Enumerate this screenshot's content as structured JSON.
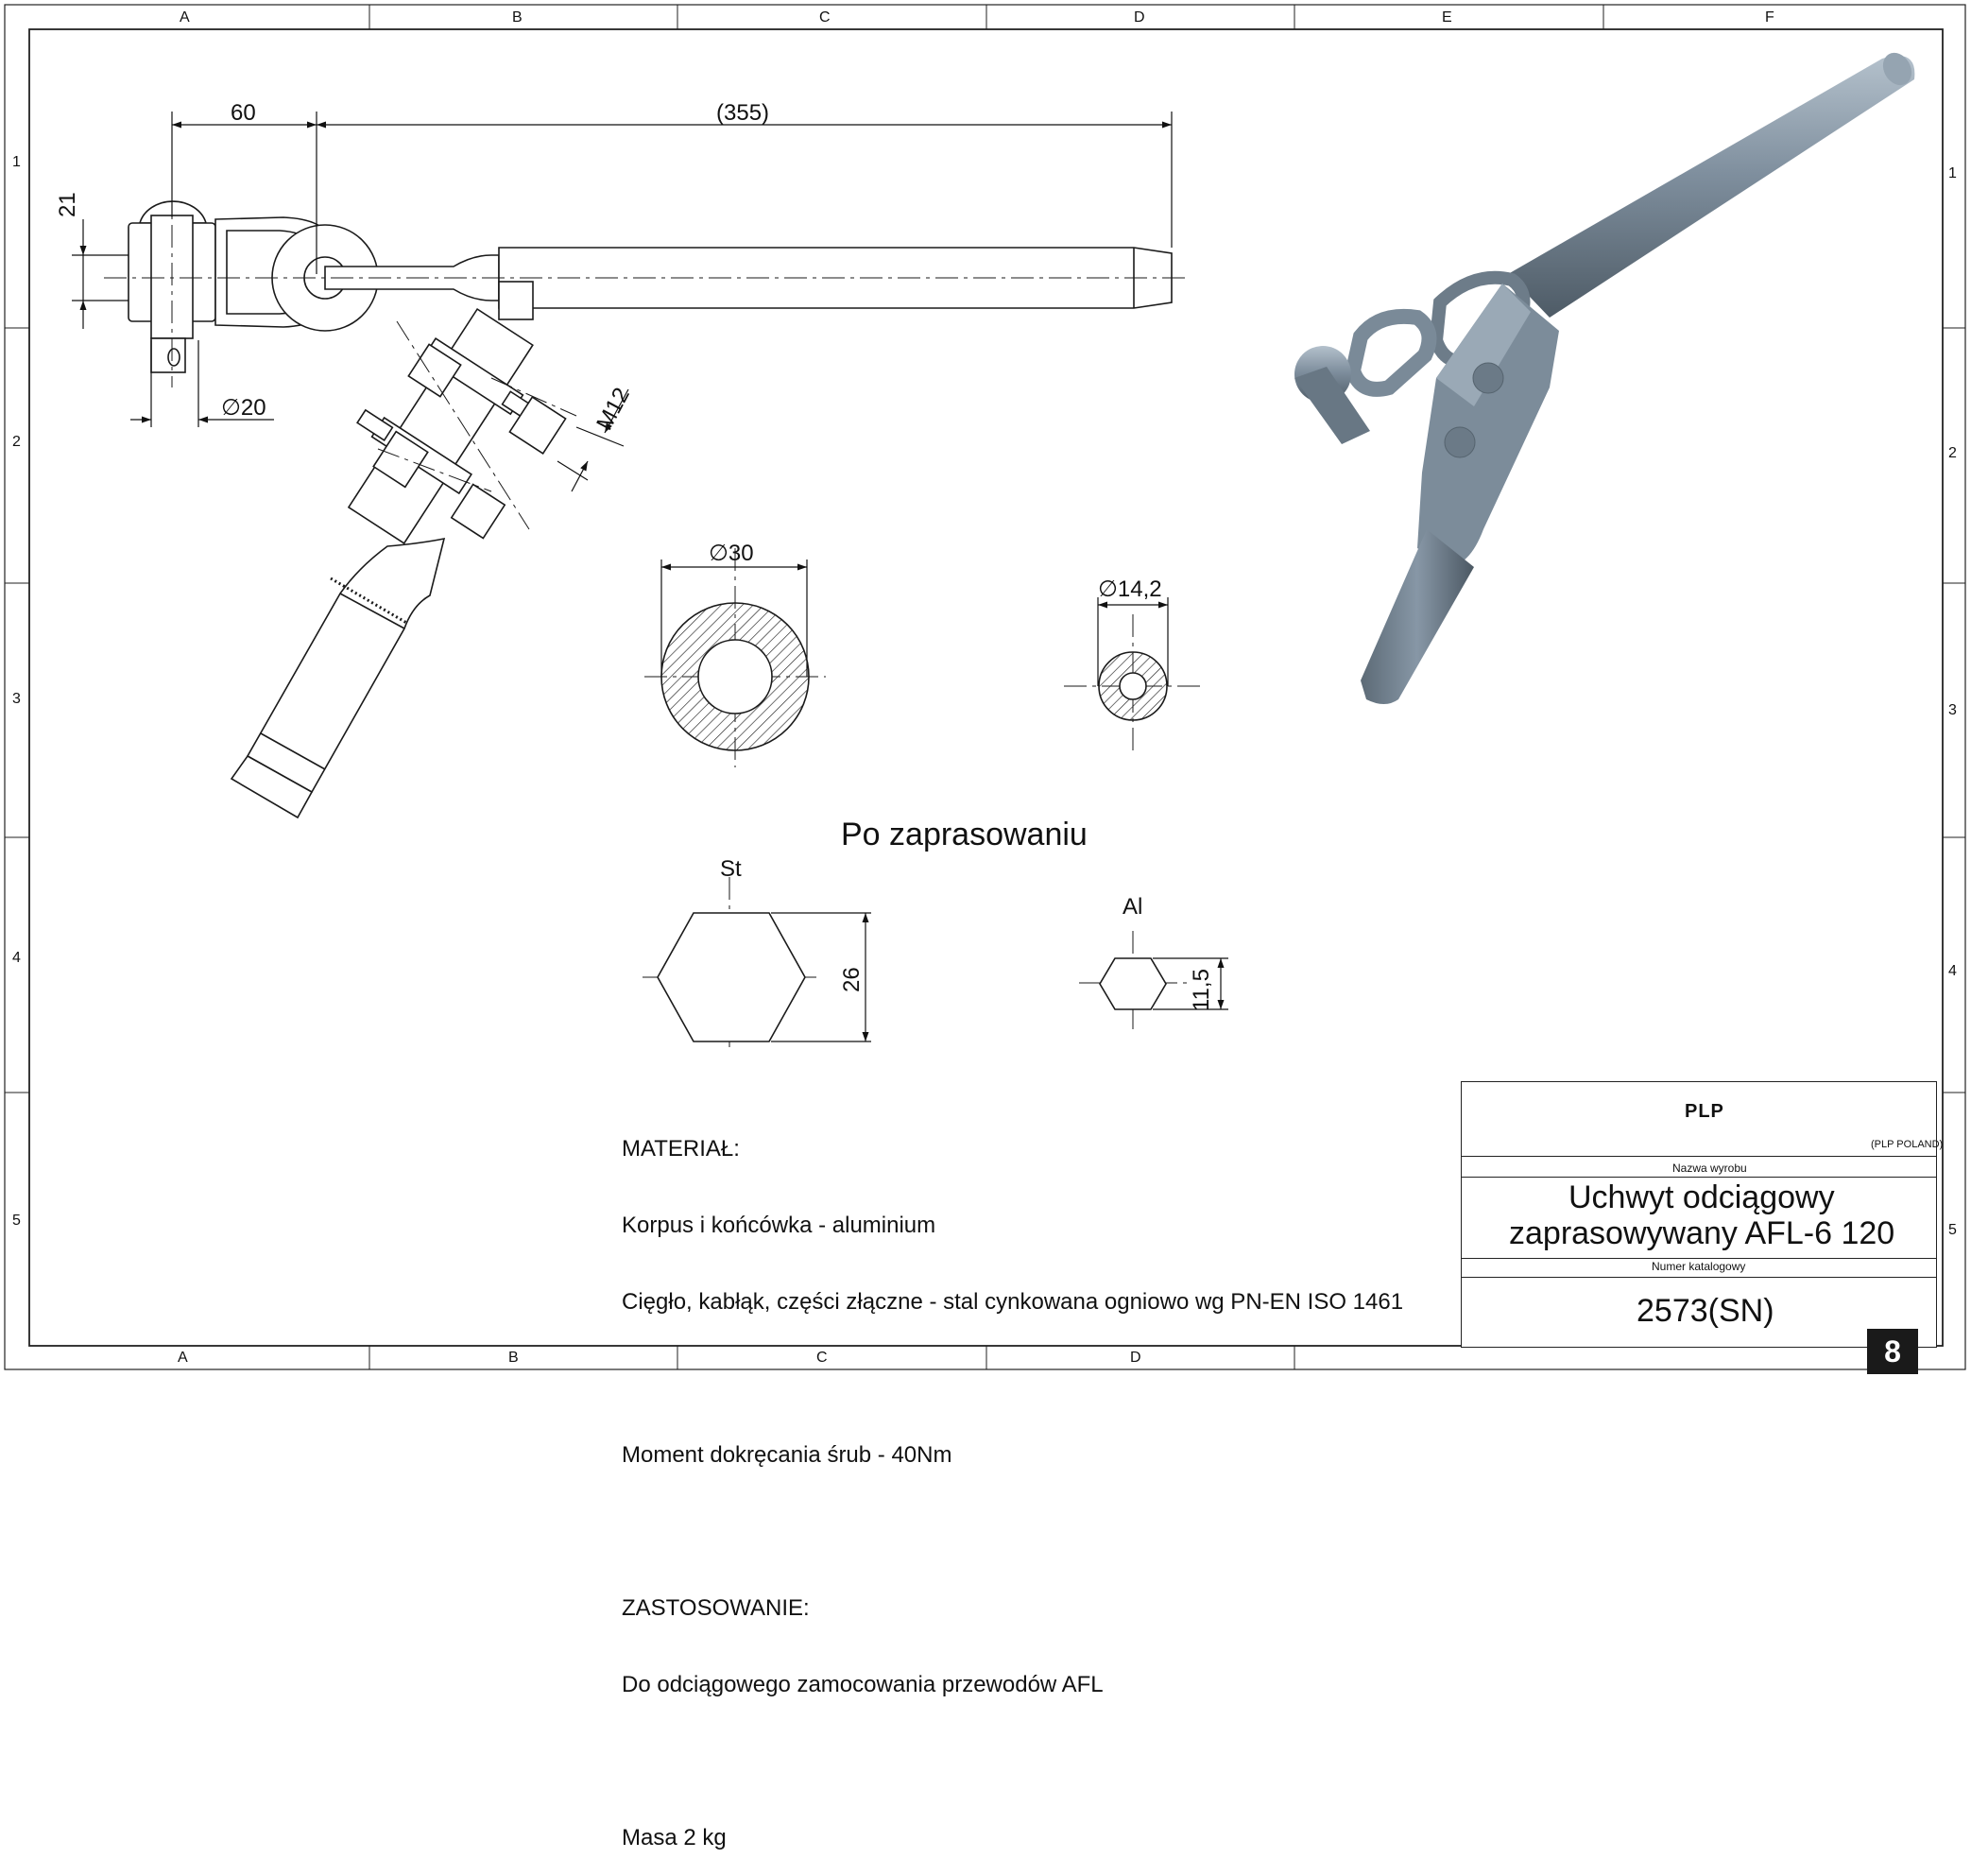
{
  "grid": {
    "columns": [
      "A",
      "B",
      "C",
      "D",
      "E",
      "F"
    ],
    "rows": [
      "1",
      "2",
      "3",
      "4",
      "5"
    ],
    "bottom_columns": [
      "A",
      "B",
      "C",
      "D"
    ]
  },
  "dimensions": {
    "d60": "60",
    "d355": "(355)",
    "d21": "21",
    "d20": "∅20",
    "m12": "M12",
    "d30": "∅30",
    "d142": "∅14,2",
    "d26": "26",
    "d115": "11,5"
  },
  "section": {
    "title": "Po zaprasowaniu",
    "st": "St",
    "al": "Al"
  },
  "notes": [
    "MATERIAŁ:",
    "Korpus i końcówka - aluminium",
    "Cięgło, kabłąk, części złączne - stal cynkowana ogniowo wg PN-EN ISO 1461",
    "",
    "Moment dokręcania śrub - 40Nm",
    "",
    "ZASTOSOWANIE:",
    "Do odciągowego zamocowania przewodów AFL",
    "",
    "Masa 2 kg"
  ],
  "title_block": {
    "logo": "PLP",
    "company": "(PLP POLAND)",
    "product_label": "Nazwa wyrobu",
    "product_name_line1": "Uchwyt odciągowy",
    "product_name_line2": "zaprasowywany AFL-6 120",
    "catalog_label": "Numer katalogowy",
    "catalog_number": "2573(SN)"
  },
  "sheet_number": "8",
  "colors": {
    "line": "#1a1a1a",
    "render_body": "#7d8d9d",
    "render_dark": "#56646f",
    "render_light": "#aab8c4"
  }
}
